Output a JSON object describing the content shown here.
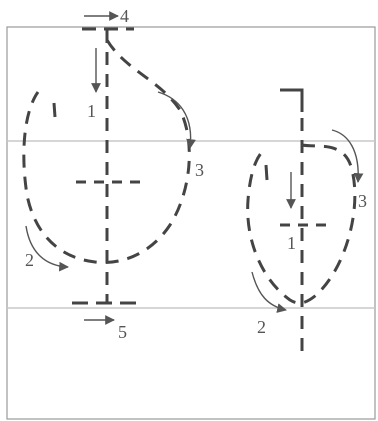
{
  "labels": {
    "top_arrow": "4",
    "bottom_arrow": "5",
    "left_down": "1",
    "left_curve_bottom": "2",
    "left_curve_right": "3",
    "right_down": "1",
    "right_curve_bottom": "2",
    "right_curve_right": "3"
  },
  "colors": {
    "line": "#444444",
    "label": "#555555",
    "guide": "#c8c8c8",
    "frame": "#9a9a9a"
  }
}
